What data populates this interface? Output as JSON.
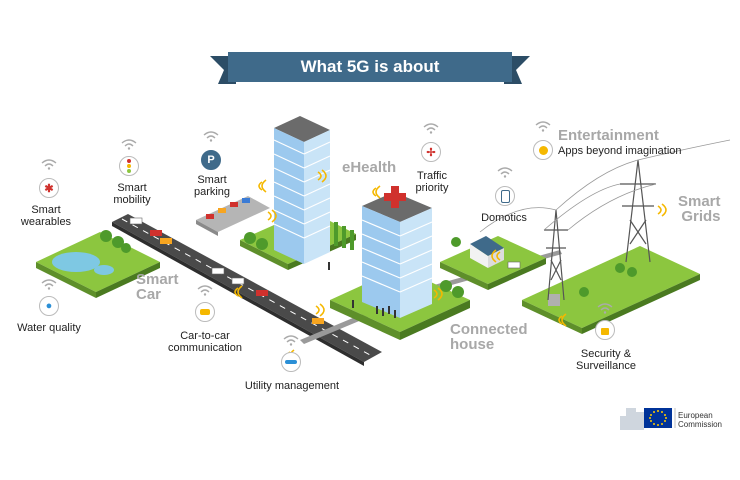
{
  "title": "What 5G is about",
  "colors": {
    "banner": "#3f6a8a",
    "banner_dark": "#2c4d66",
    "grass": "#8cc63f",
    "grass_side": "#5e8f2a",
    "road": "#4a4a4a",
    "label_grey": "#a8a8a8",
    "signal": "#f5b800",
    "eu_blue": "#003399",
    "eu_star": "#ffcc00"
  },
  "labels": {
    "smart_wearables": "Smart\nwearables",
    "smart_mobility": "Smart\nmobility",
    "smart_parking": "Smart\nparking",
    "traffic_priority": "Traffic\npriority",
    "domotics": "Domotics",
    "apps": "Apps beyond imagination",
    "water_quality": "Water quality",
    "car_to_car": "Car-to-car\ncommunication",
    "utility_management": "Utility management",
    "security": "Security &\nSurveillance"
  },
  "big_labels": {
    "smart_car": "Smart\nCar",
    "ehealth": "eHealth",
    "entertainment": "Entertainment",
    "smart_grids": "Smart\nGrids",
    "connected_house": "Connected\nhouse"
  },
  "icons": {
    "smart_wearables": "gears-icon",
    "smart_mobility": "traffic-light-icon",
    "smart_parking": "parking-icon",
    "parking_glyph": "P",
    "traffic_priority": "arrows-icon",
    "domotics": "smartphone-icon",
    "entertainment": "lightbulb-icon",
    "water_quality": "water-drop-icon",
    "car_to_car": "car-icon",
    "utility_management": "pipe-icon",
    "security": "padlock-icon"
  },
  "logo": {
    "text": "European\nCommission"
  }
}
